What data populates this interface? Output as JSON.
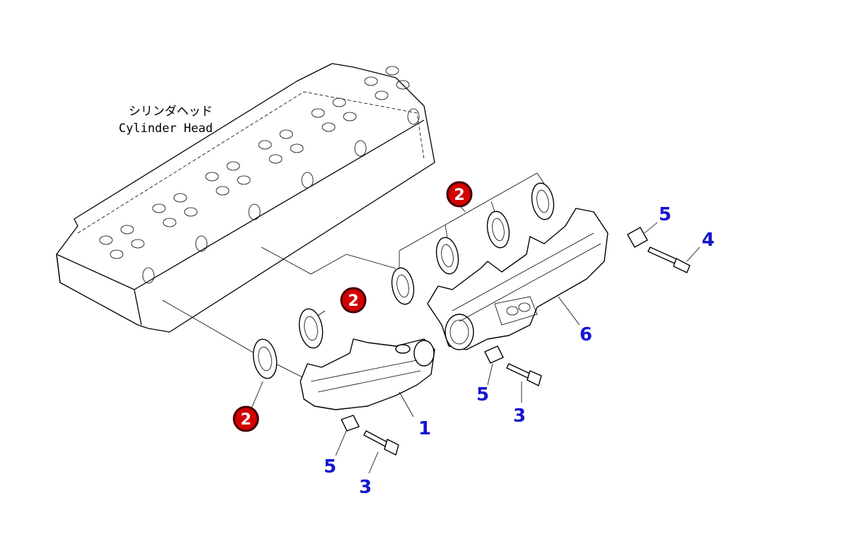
{
  "caption": {
    "japanese": "シリンダヘッド",
    "english": "Cylinder Head"
  },
  "colors": {
    "callout_number": "#1515d0",
    "badge_fill": "#d40000"
  },
  "callouts": {
    "bracket_spacer_upper": "5",
    "stud_bolt": "4",
    "rear_manifold": "6",
    "bracket_spacer_mid": "5",
    "bolt_mid": "3",
    "front_manifold": "1",
    "bracket_spacer_lower": "5",
    "bolt_lower": "3"
  },
  "badges": {
    "gasket_set_rear": "2",
    "gasket_mid": "2",
    "gasket_front": "2"
  }
}
